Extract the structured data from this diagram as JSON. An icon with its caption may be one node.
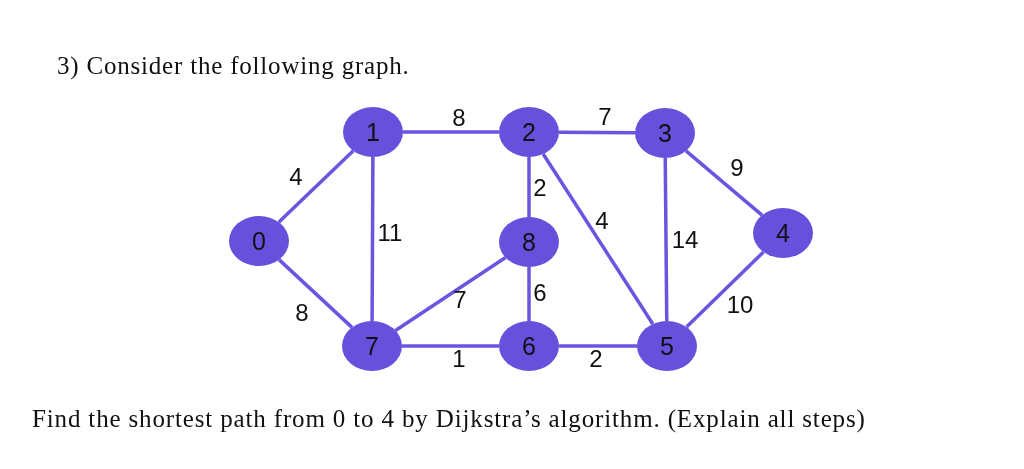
{
  "diagram": {
    "title": "3) Consider the following graph.",
    "caption": "Find the shortest path from 0 to 4 by Dijkstra’s algorithm. (Explain all steps)",
    "nodes": [
      {
        "text": [
          "1"
        ]
      },
      {
        "text": [
          "2"
        ]
      },
      {
        "text": [
          "3"
        ]
      },
      {
        "text": [
          "0"
        ]
      },
      {
        "text": [
          "8"
        ]
      },
      {
        "text": [
          "4"
        ]
      },
      {
        "text": [
          "7"
        ]
      },
      {
        "text": [
          "6"
        ]
      },
      {
        "text": [
          "5"
        ]
      }
    ],
    "edges": [
      {
        "from": 3,
        "to": 0,
        "arrow": "none",
        "label": "4"
      },
      {
        "from": 0,
        "to": 1,
        "arrow": "none",
        "label": "8"
      },
      {
        "from": 1,
        "to": 2,
        "arrow": "none",
        "label": "7"
      },
      {
        "from": 2,
        "to": 5,
        "arrow": "none",
        "label": "9"
      },
      {
        "from": 3,
        "to": 6,
        "arrow": "none",
        "label": "8"
      },
      {
        "from": 0,
        "to": 6,
        "arrow": "none",
        "label": "11"
      },
      {
        "from": 1,
        "to": 4,
        "arrow": "none",
        "label": "2"
      },
      {
        "from": 1,
        "to": 8,
        "arrow": "none",
        "label": "4"
      },
      {
        "from": 2,
        "to": 8,
        "arrow": "none",
        "label": "14"
      },
      {
        "from": 4,
        "to": 6,
        "arrow": "none",
        "label": "7"
      },
      {
        "from": 4,
        "to": 7,
        "arrow": "none",
        "label": "6"
      },
      {
        "from": 8,
        "to": 5,
        "arrow": "none",
        "label": "10"
      },
      {
        "from": 6,
        "to": 7,
        "arrow": "none",
        "label": "1"
      },
      {
        "from": 7,
        "to": 8,
        "arrow": "none",
        "label": "2"
      }
    ]
  }
}
